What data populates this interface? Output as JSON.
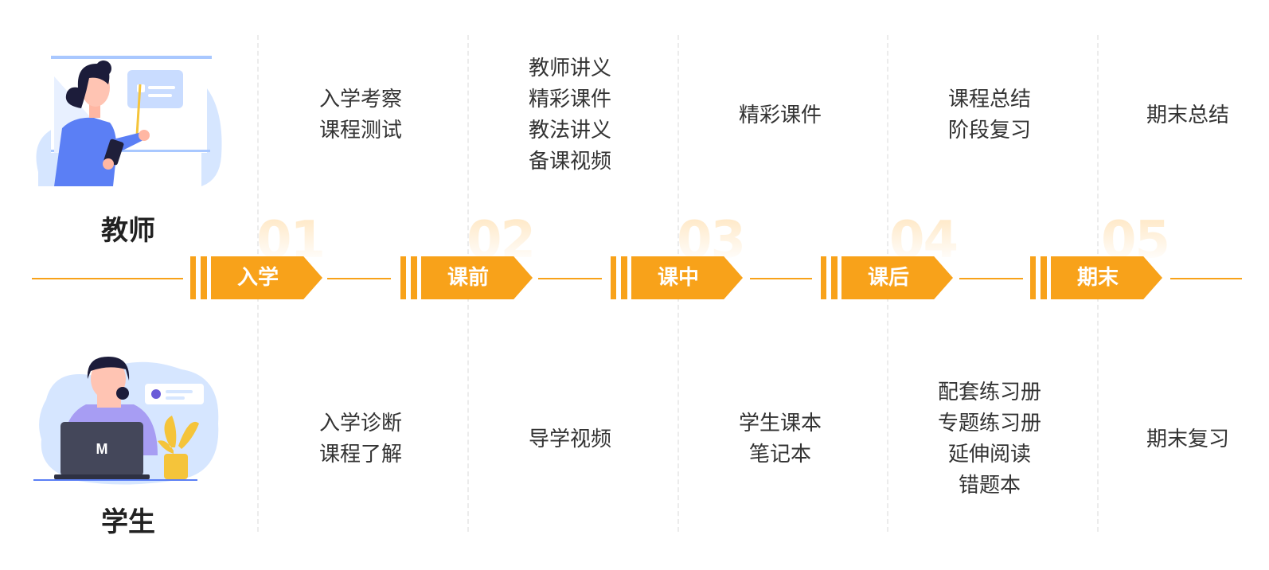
{
  "roles": {
    "teacher": "教师",
    "student": "学生"
  },
  "stages": [
    {
      "number": "01",
      "label": "入学",
      "teacher_items": [
        "入学考察",
        "课程测试"
      ],
      "student_items": [
        "入学诊断",
        "课程了解"
      ]
    },
    {
      "number": "02",
      "label": "课前",
      "teacher_items": [
        "教师讲义",
        "精彩课件",
        "教法讲义",
        "备课视频"
      ],
      "student_items": [
        "导学视频"
      ]
    },
    {
      "number": "03",
      "label": "课中",
      "teacher_items": [
        "精彩课件"
      ],
      "student_items": [
        "学生课本",
        "笔记本"
      ]
    },
    {
      "number": "04",
      "label": "课后",
      "teacher_items": [
        "课程总结",
        "阶段复习"
      ],
      "student_items": [
        "配套练习册",
        "专题练习册",
        "延伸阅读",
        "错题本"
      ]
    },
    {
      "number": "05",
      "label": "期末",
      "teacher_items": [
        "期末总结"
      ],
      "student_items": [
        "期末复习"
      ]
    }
  ],
  "colors": {
    "accent": "#f8a21a",
    "number_fill": "#ffe4bb",
    "divider": "#ececec",
    "illustration_blue": "#5b7ff5",
    "illustration_light": "#d6e6ff"
  },
  "icons": {
    "teacher": "teacher-illustration-icon",
    "student": "student-laptop-illustration-icon"
  }
}
